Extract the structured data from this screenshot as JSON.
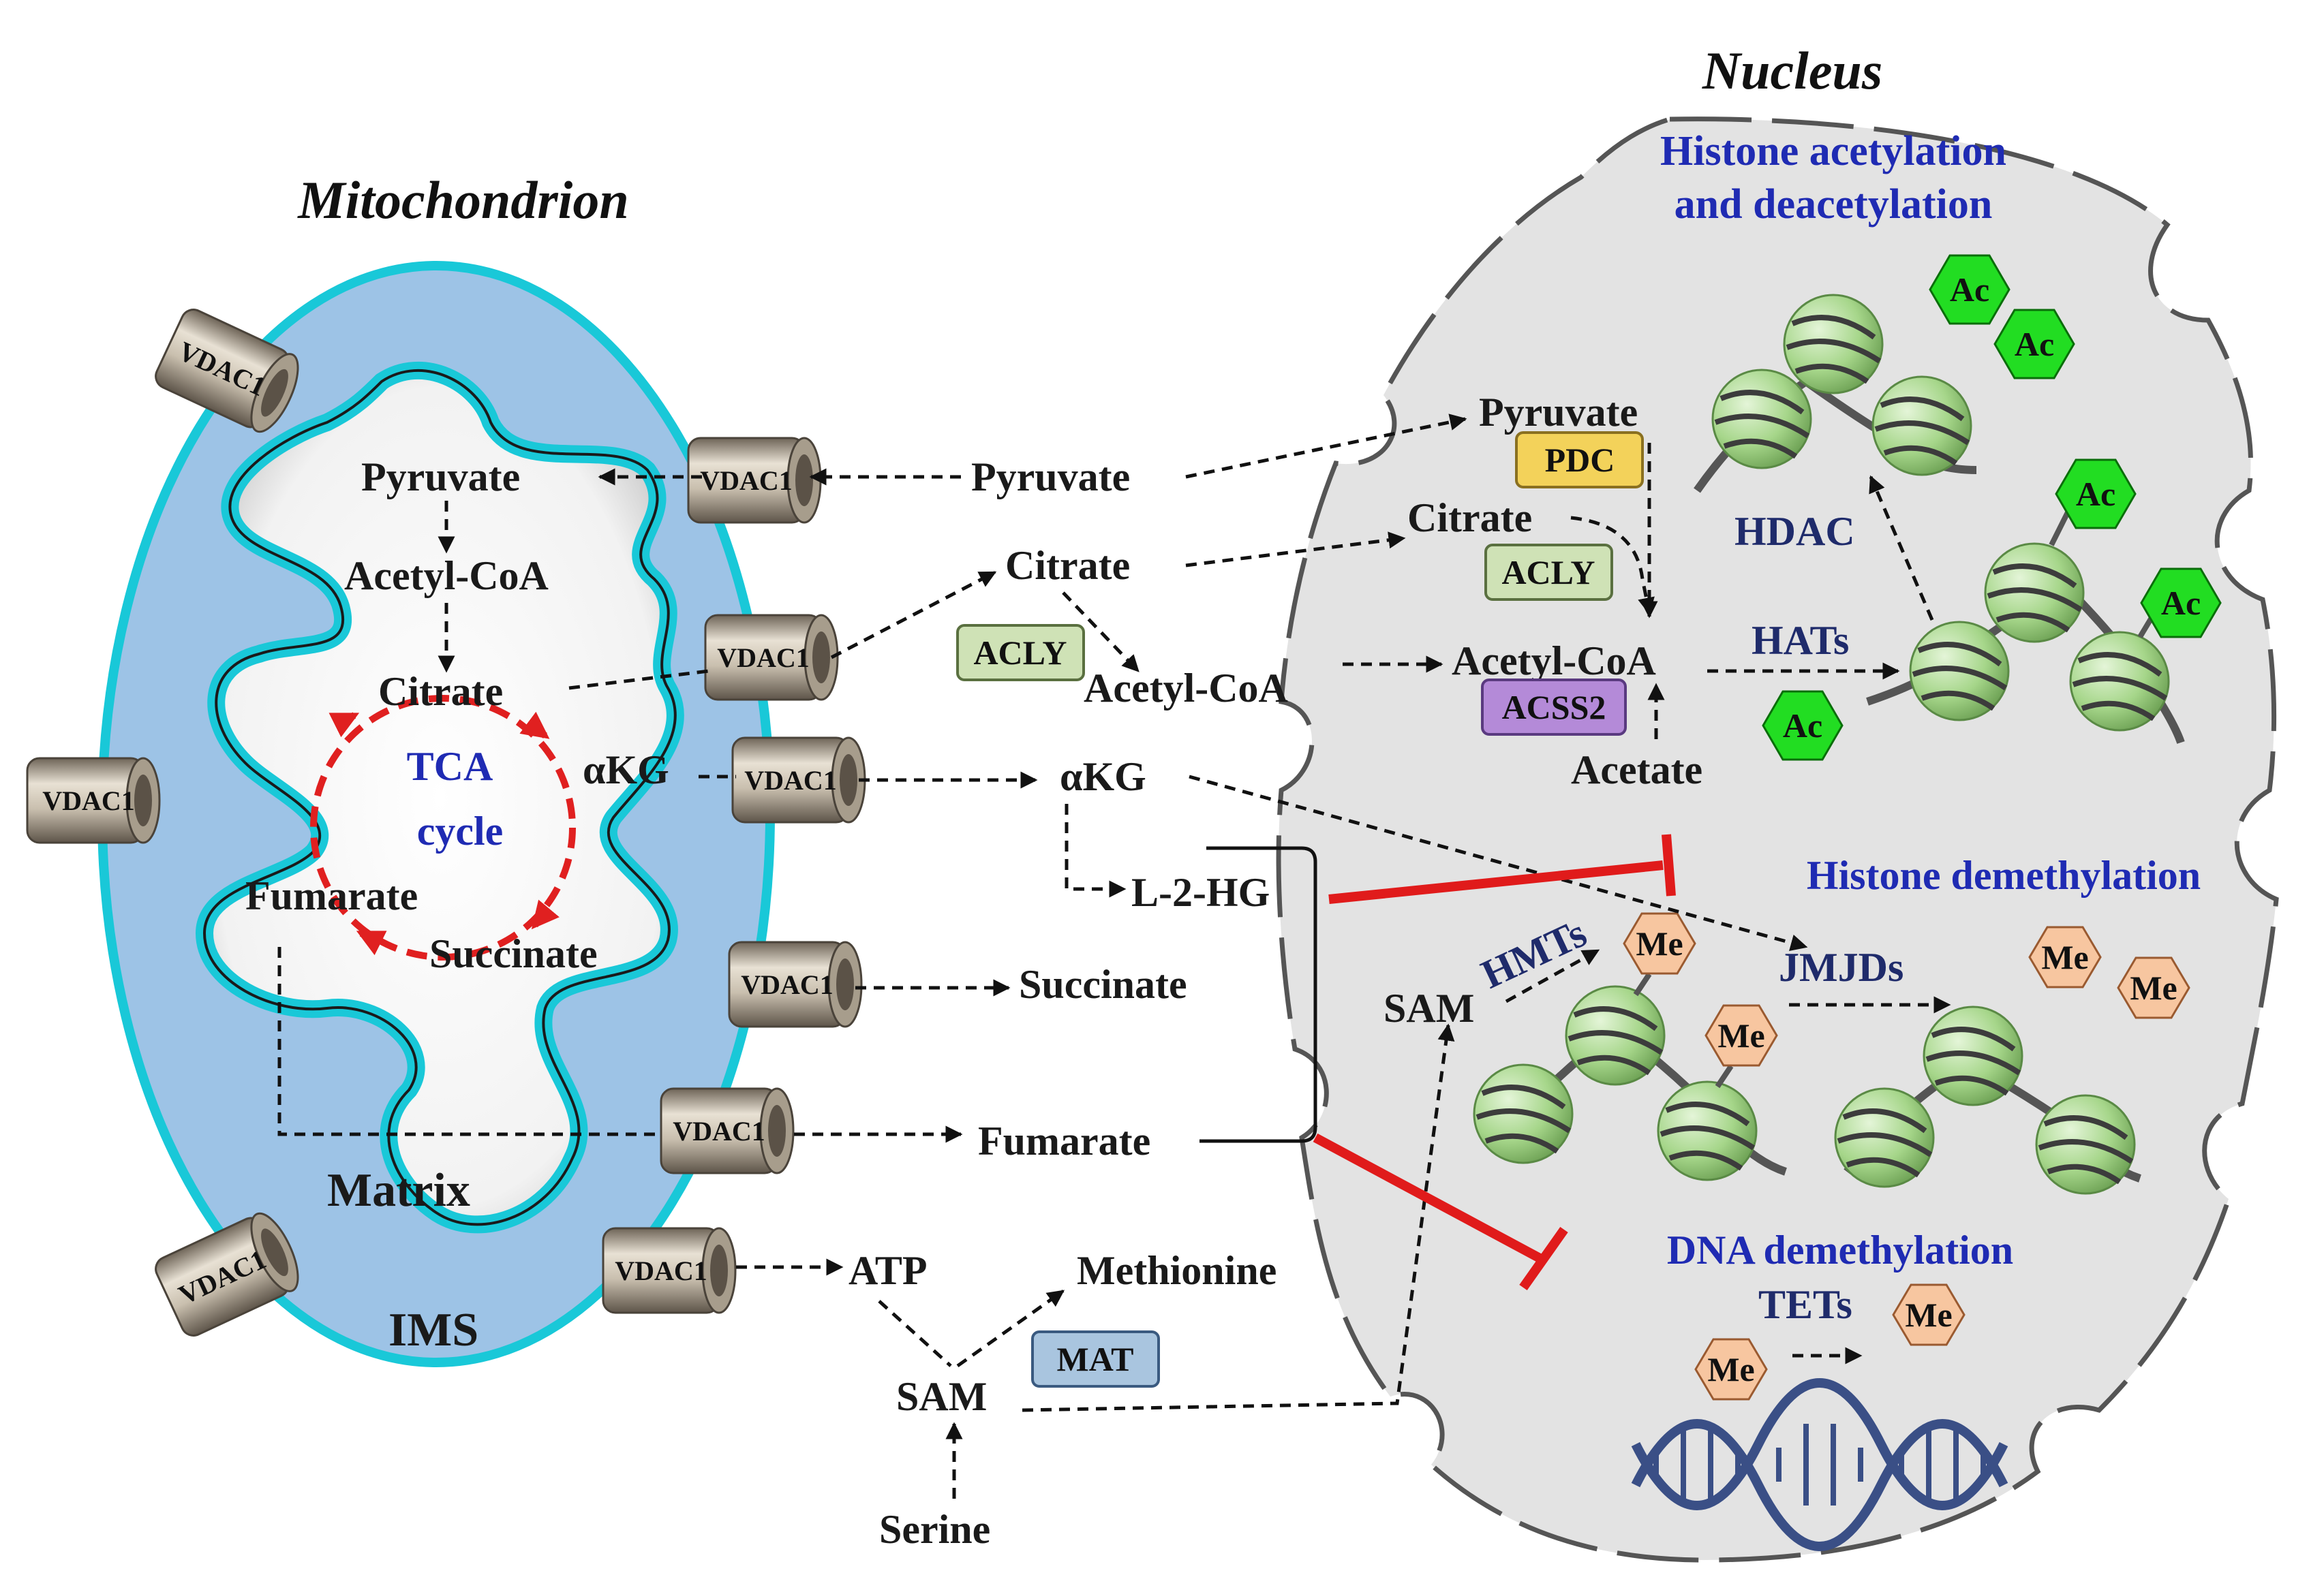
{
  "titles": {
    "mitochondrion": "Mitochondrion",
    "nucleus": "Nucleus"
  },
  "compartments": {
    "matrix": "Matrix",
    "ims": "IMS",
    "tca_line1": "TCA",
    "tca_line2": "cycle"
  },
  "channel_label": "VDAC1",
  "mito_metabolites": {
    "pyruvate": "Pyruvate",
    "acetyl_coa": "Acetyl-CoA",
    "citrate": "Citrate",
    "akg": "αKG",
    "fumarate": "Fumarate",
    "succinate": "Succinate"
  },
  "cyto_metabolites": {
    "pyruvate": "Pyruvate",
    "citrate": "Citrate",
    "acetyl_coa": "Acetyl-CoA",
    "akg": "αKG",
    "l2hg": "L-2-HG",
    "succinate": "Succinate",
    "fumarate": "Fumarate",
    "atp": "ATP",
    "methionine": "Methionine",
    "sam": "SAM",
    "serine": "Serine"
  },
  "nuclear_metabolites": {
    "pyruvate": "Pyruvate",
    "citrate": "Citrate",
    "acetyl_coa": "Acetyl-CoA",
    "acetate": "Acetate",
    "sam": "SAM"
  },
  "enzymes": {
    "pdc": "PDC",
    "acly_nuclear": "ACLY",
    "acly_cyto": "ACLY",
    "acss2": "ACSS2",
    "mat": "MAT",
    "hdac": "HDAC",
    "hats": "HATs",
    "hmts": "HMTs",
    "jmjds": "JMJDs",
    "tets": "TETs"
  },
  "section_headers": {
    "acetylation_line1": "Histone acetylation",
    "acetylation_line2": "and deacetylation",
    "histone_demethylation": "Histone demethylation",
    "dna_demethylation": "DNA demethylation"
  },
  "marks": {
    "acetyl": "Ac",
    "methyl": "Me"
  },
  "colors": {
    "membrane_cyan": "#19c8d8",
    "mito_fill": "#9dc3e6",
    "nucleus_fill": "#e3e3e3",
    "inhibition_red": "#e01b1b",
    "tca_red": "#e02020",
    "ac_green": "#22dd22",
    "me_orange": "#f7c6a0",
    "histone_green": "#a6d68a",
    "pdc_yellow": "#f3d25a",
    "acly_green": "#cfe2b6",
    "acss2_purple": "#b48ad8",
    "mat_blue": "#a9c5df",
    "dna_blue": "#3a4f86"
  }
}
